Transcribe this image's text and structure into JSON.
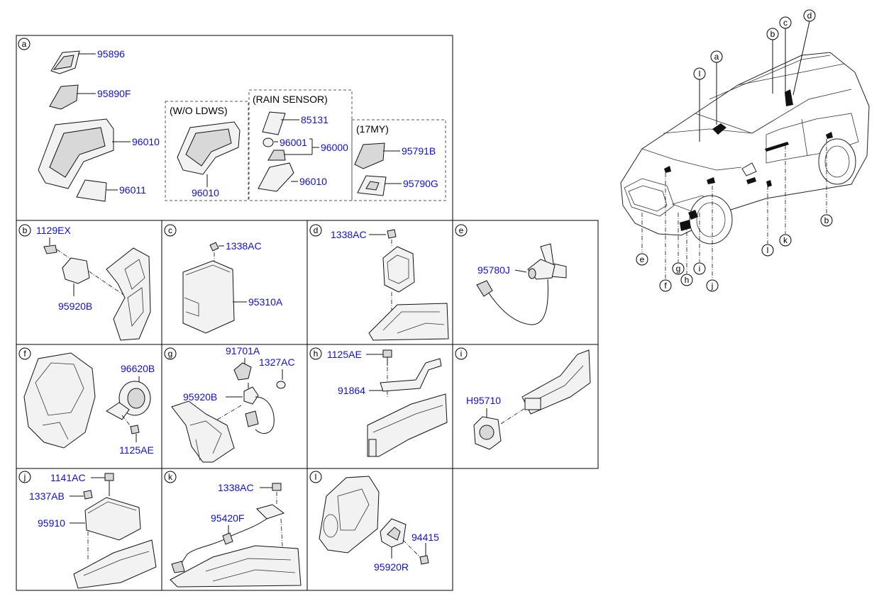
{
  "panels": {
    "a": {
      "letter": "a",
      "parts": [
        "95896",
        "95890F",
        "96010",
        "96011"
      ]
    },
    "a_wo_ldws": {
      "title": "(W/O LDWS)",
      "parts": [
        "96010"
      ]
    },
    "a_rain": {
      "title": "(RAIN SENSOR)",
      "parts": [
        "85131",
        "96001",
        "96000",
        "96010"
      ]
    },
    "a_17my": {
      "title": "(17MY)",
      "parts": [
        "95791B",
        "95790G"
      ]
    },
    "b": {
      "letter": "b",
      "parts": [
        "1129EX",
        "95920B"
      ]
    },
    "c": {
      "letter": "c",
      "parts": [
        "1338AC",
        "95310A"
      ]
    },
    "d": {
      "letter": "d",
      "parts": [
        "1338AC"
      ]
    },
    "e": {
      "letter": "e",
      "parts": [
        "95780J"
      ]
    },
    "f": {
      "letter": "f",
      "parts": [
        "96620B",
        "1125AE"
      ]
    },
    "g": {
      "letter": "g",
      "parts": [
        "91701A",
        "1327AC",
        "95920B"
      ]
    },
    "h": {
      "letter": "h",
      "parts": [
        "1125AE",
        "91864"
      ]
    },
    "i": {
      "letter": "i",
      "parts": [
        "H95710"
      ]
    },
    "j": {
      "letter": "j",
      "parts": [
        "1141AC",
        "1337AB",
        "95910"
      ]
    },
    "k": {
      "letter": "k",
      "parts": [
        "1338AC",
        "95420F"
      ]
    },
    "l": {
      "letter": "l",
      "parts": [
        "94415",
        "95920R"
      ]
    }
  },
  "vehicle_callouts": [
    "a",
    "b",
    "c",
    "d",
    "l",
    "b",
    "k",
    "l",
    "j",
    "i",
    "h",
    "g",
    "f",
    "e"
  ]
}
